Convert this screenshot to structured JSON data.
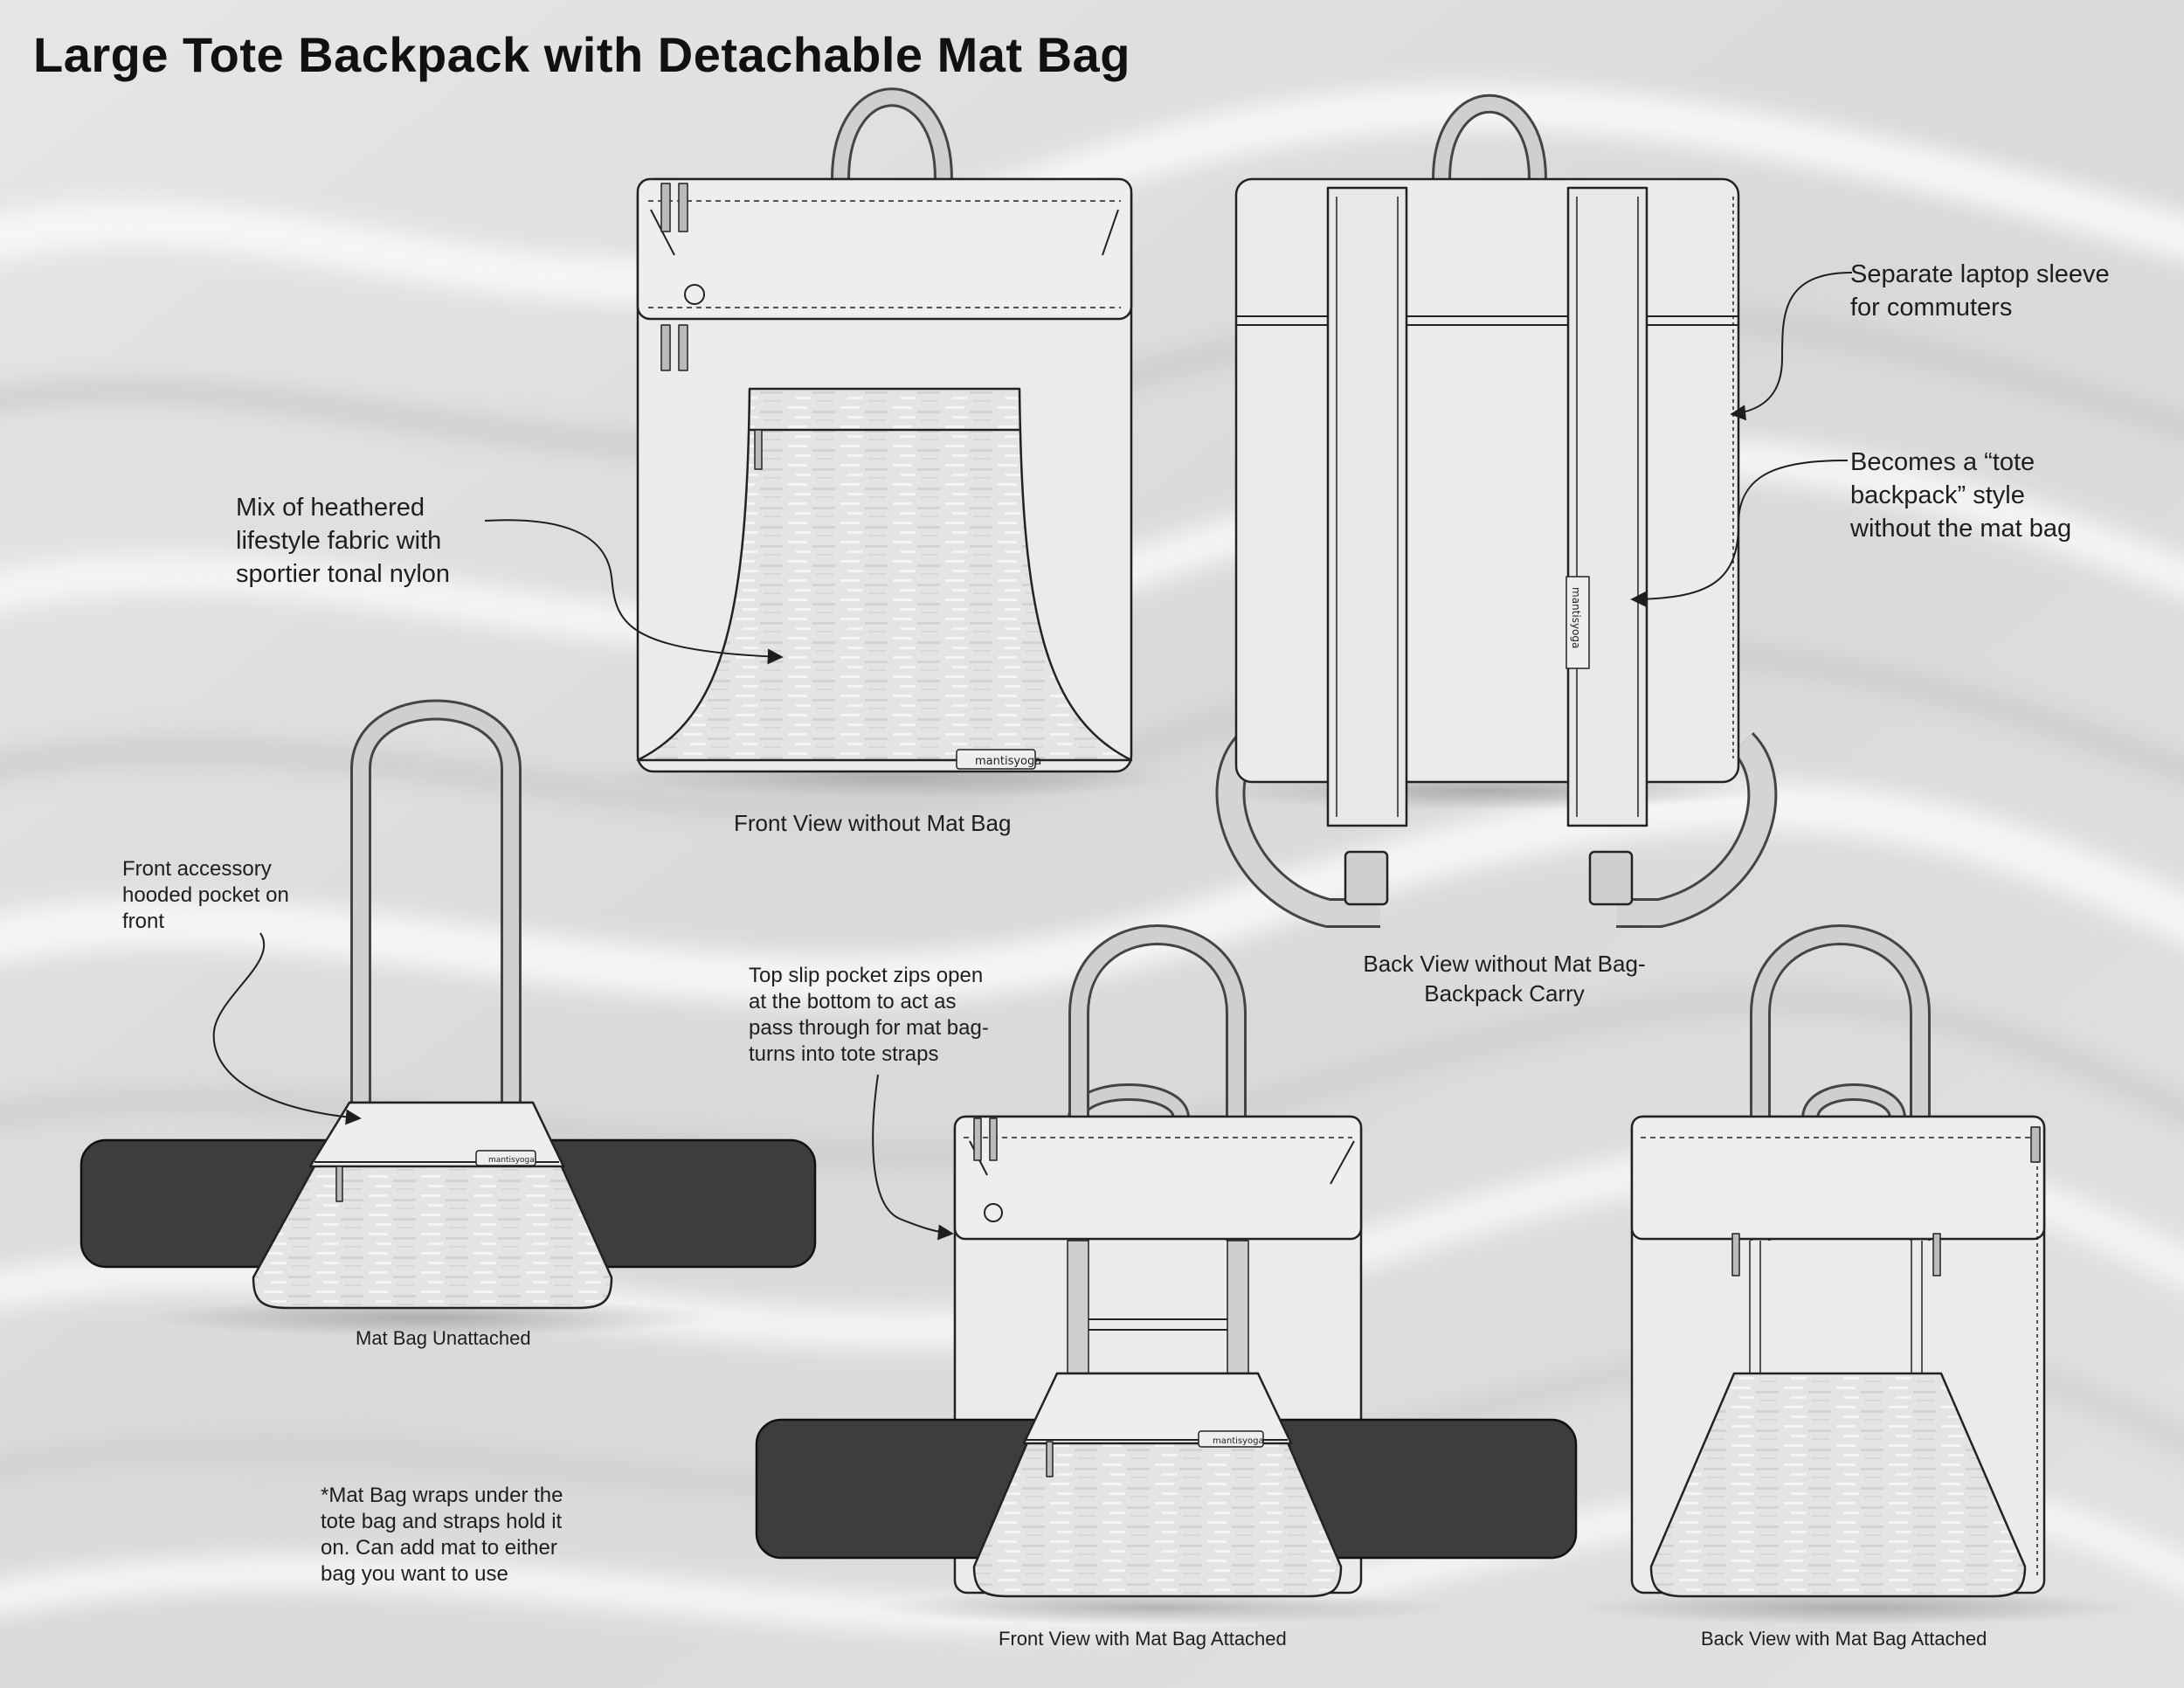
{
  "title": "Large Tote Backpack with Detachable Mat Bag",
  "callouts": {
    "fabric": "Mix of heathered\nlifestyle fabric with\nsportier tonal nylon",
    "laptop_sleeve": "Separate laptop sleeve\nfor commuters",
    "tote_backpack": "Becomes a “tote\nbackpack” style\nwithout the mat bag",
    "front_pocket": "Front accessory\nhooded pocket on\nfront",
    "slip_pocket": "Top slip pocket zips open\nat the bottom to act as\npass through for mat bag-\nturns into tote straps",
    "mat_note": "*Mat Bag wraps under the\ntote bag and straps hold it\non. Can add mat to either\nbag you want to use"
  },
  "captions": {
    "front_without": "Front View without Mat Bag",
    "back_without": "Back View without Mat Bag-\nBackpack Carry",
    "mat_unattached": "Mat Bag Unattached",
    "front_with": "Front View with Mat Bag Attached",
    "back_with": "Back View with Mat Bag Attached"
  },
  "brand_label": "mantisyoga",
  "colors": {
    "background": "#dcdcdc",
    "bag_fill": "#ecebea",
    "heather_fill": "#e3e3e3",
    "strap_fill": "#d0d0d0",
    "mat_fill": "#3d3d3d",
    "line": "#222222"
  }
}
